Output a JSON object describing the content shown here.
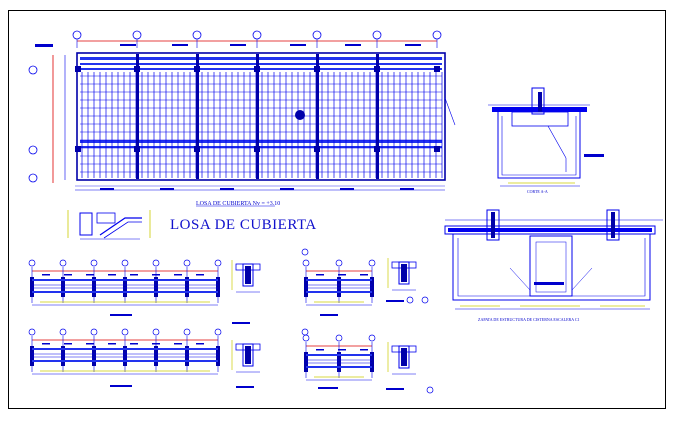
{
  "drawing": {
    "title": "LOSA DE CUBIERTA",
    "plan_caption": "LOSA DE CUBIERTA Nv = +3.10",
    "section_caption_1": "CORTE A-A",
    "section_caption_2": "ZAPATA DE ESTRUCTURA DE CISTERNA ESCALERA C1"
  },
  "colors": {
    "main": "#0000ee",
    "dark": "#0000aa",
    "red": "#dd0000",
    "yellow": "#cccc00",
    "magenta": "#cc00cc",
    "black": "#000000"
  },
  "icons": [
    "grid-axis-bubble-icon",
    "section-marker-icon"
  ]
}
